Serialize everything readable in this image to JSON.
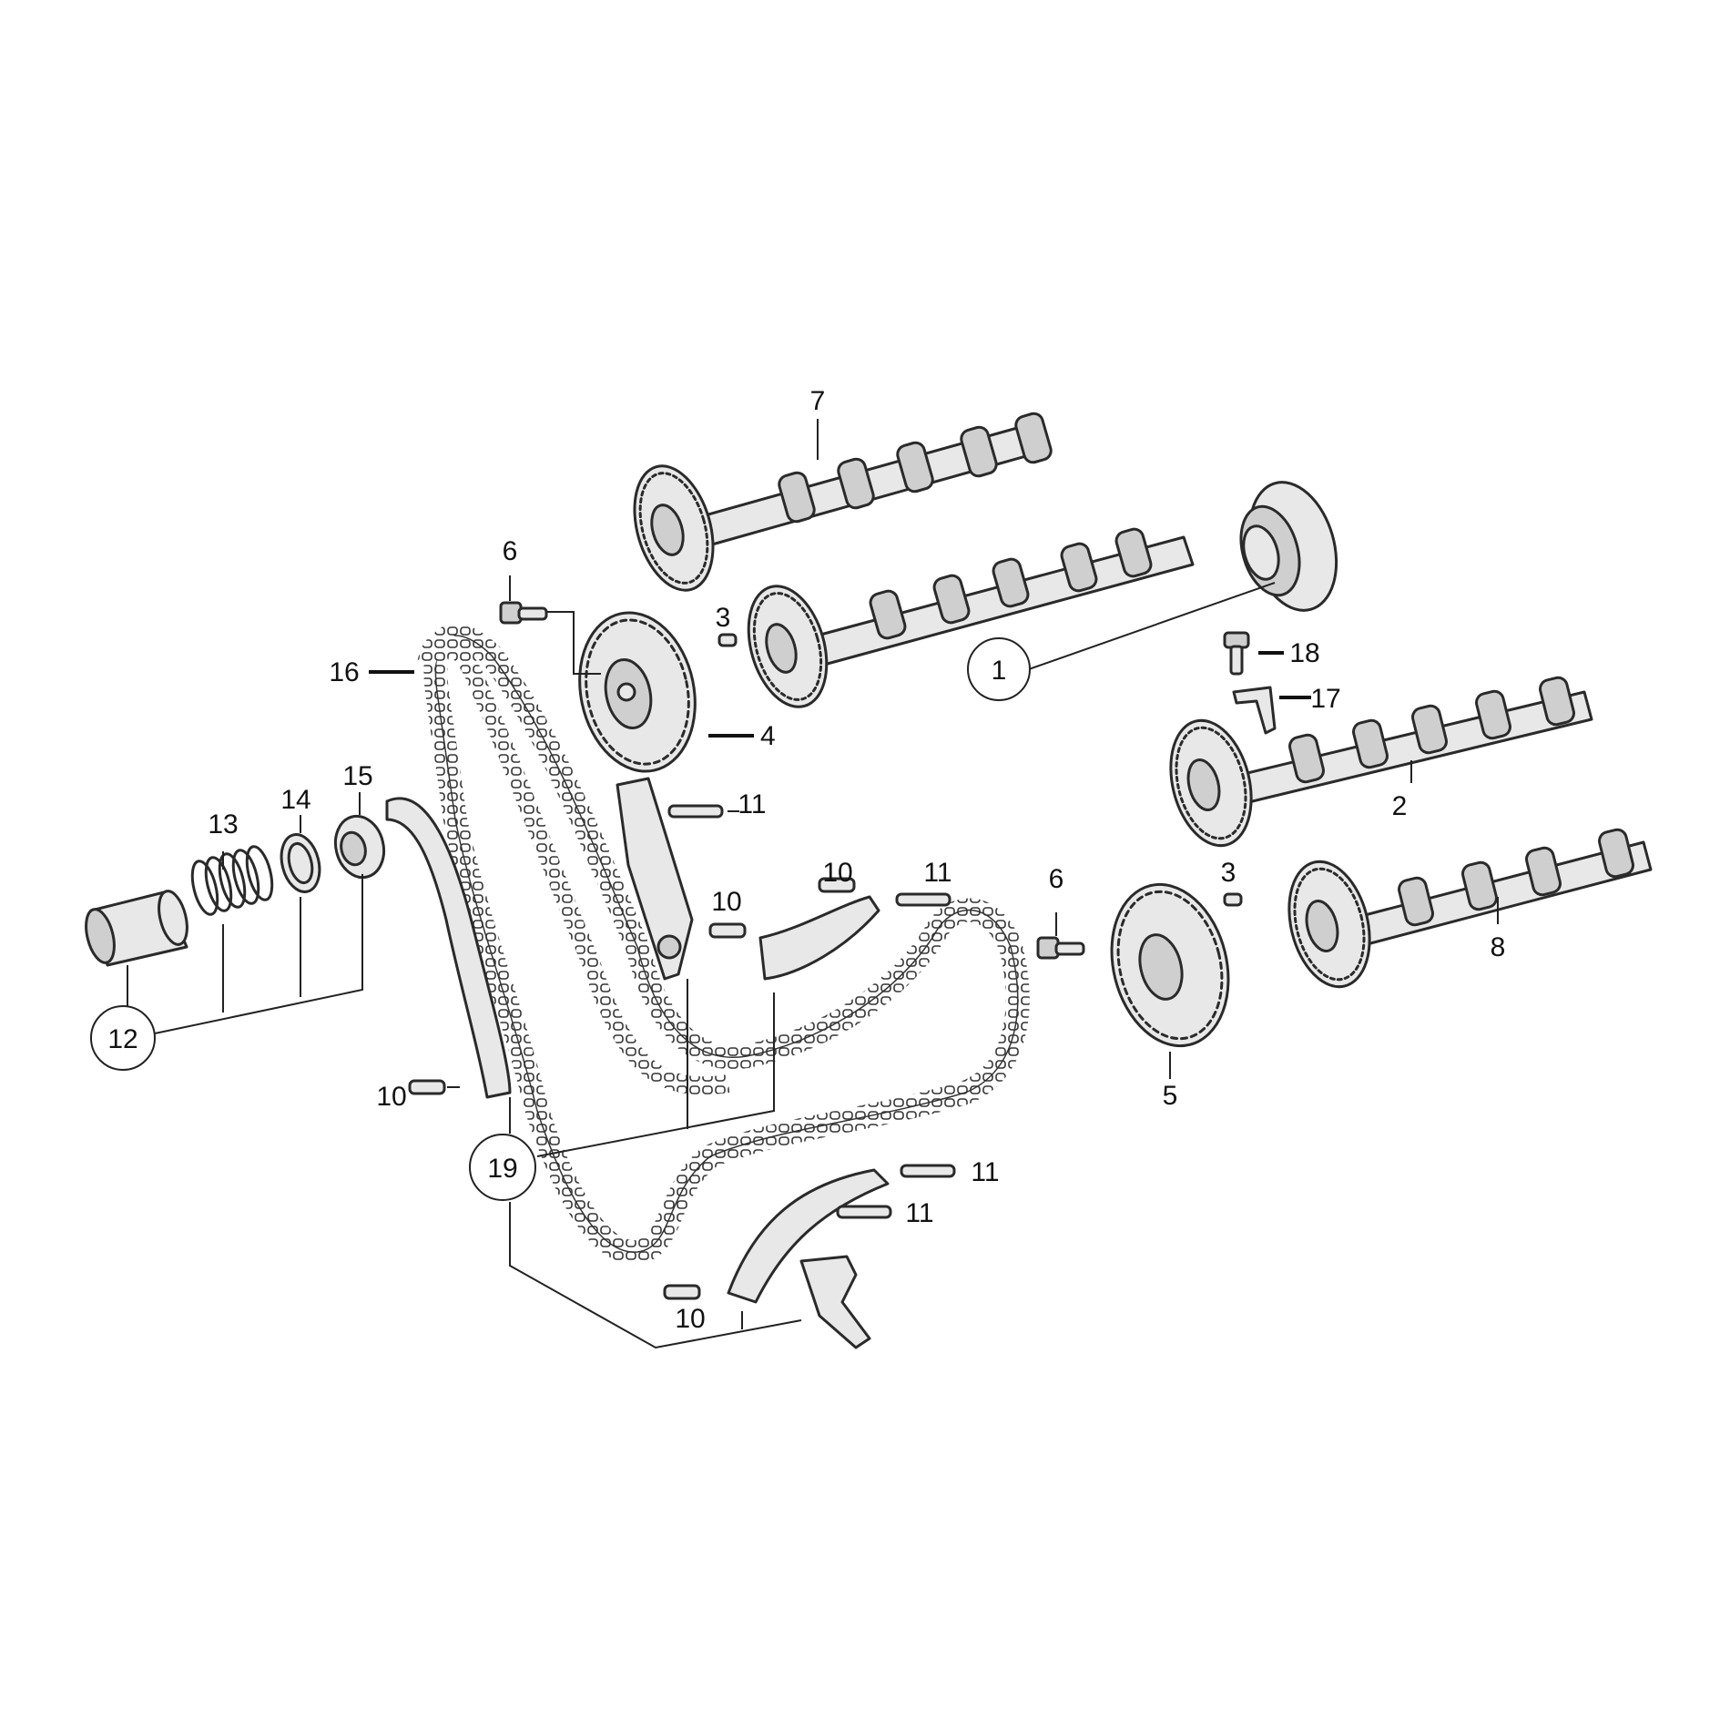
{
  "diagram": {
    "labels": [
      {
        "id": "label-1",
        "text": "1",
        "circled": true
      },
      {
        "id": "label-2",
        "text": "2",
        "circled": false
      },
      {
        "id": "label-3a",
        "text": "3",
        "circled": false
      },
      {
        "id": "label-3b",
        "text": "3",
        "circled": false
      },
      {
        "id": "label-4",
        "text": "4",
        "circled": false
      },
      {
        "id": "label-5",
        "text": "5",
        "circled": false
      },
      {
        "id": "label-6a",
        "text": "6",
        "circled": false
      },
      {
        "id": "label-6b",
        "text": "6",
        "circled": false
      },
      {
        "id": "label-7",
        "text": "7",
        "circled": false
      },
      {
        "id": "label-8",
        "text": "8",
        "circled": false
      },
      {
        "id": "label-10a",
        "text": "10",
        "circled": false
      },
      {
        "id": "label-10b",
        "text": "10",
        "circled": false
      },
      {
        "id": "label-10c",
        "text": "10",
        "circled": false
      },
      {
        "id": "label-10d",
        "text": "10",
        "circled": false
      },
      {
        "id": "label-11a",
        "text": "11",
        "circled": false
      },
      {
        "id": "label-11b",
        "text": "11",
        "circled": false
      },
      {
        "id": "label-11c",
        "text": "11",
        "circled": false
      },
      {
        "id": "label-11d",
        "text": "11",
        "circled": false
      },
      {
        "id": "label-12",
        "text": "12",
        "circled": true
      },
      {
        "id": "label-13",
        "text": "13",
        "circled": false
      },
      {
        "id": "label-14",
        "text": "14",
        "circled": false
      },
      {
        "id": "label-15",
        "text": "15",
        "circled": false
      },
      {
        "id": "label-16",
        "text": "16",
        "circled": false
      },
      {
        "id": "label-17",
        "text": "17",
        "circled": false
      },
      {
        "id": "label-18",
        "text": "18",
        "circled": false
      },
      {
        "id": "label-19",
        "text": "19",
        "circled": true
      }
    ]
  }
}
